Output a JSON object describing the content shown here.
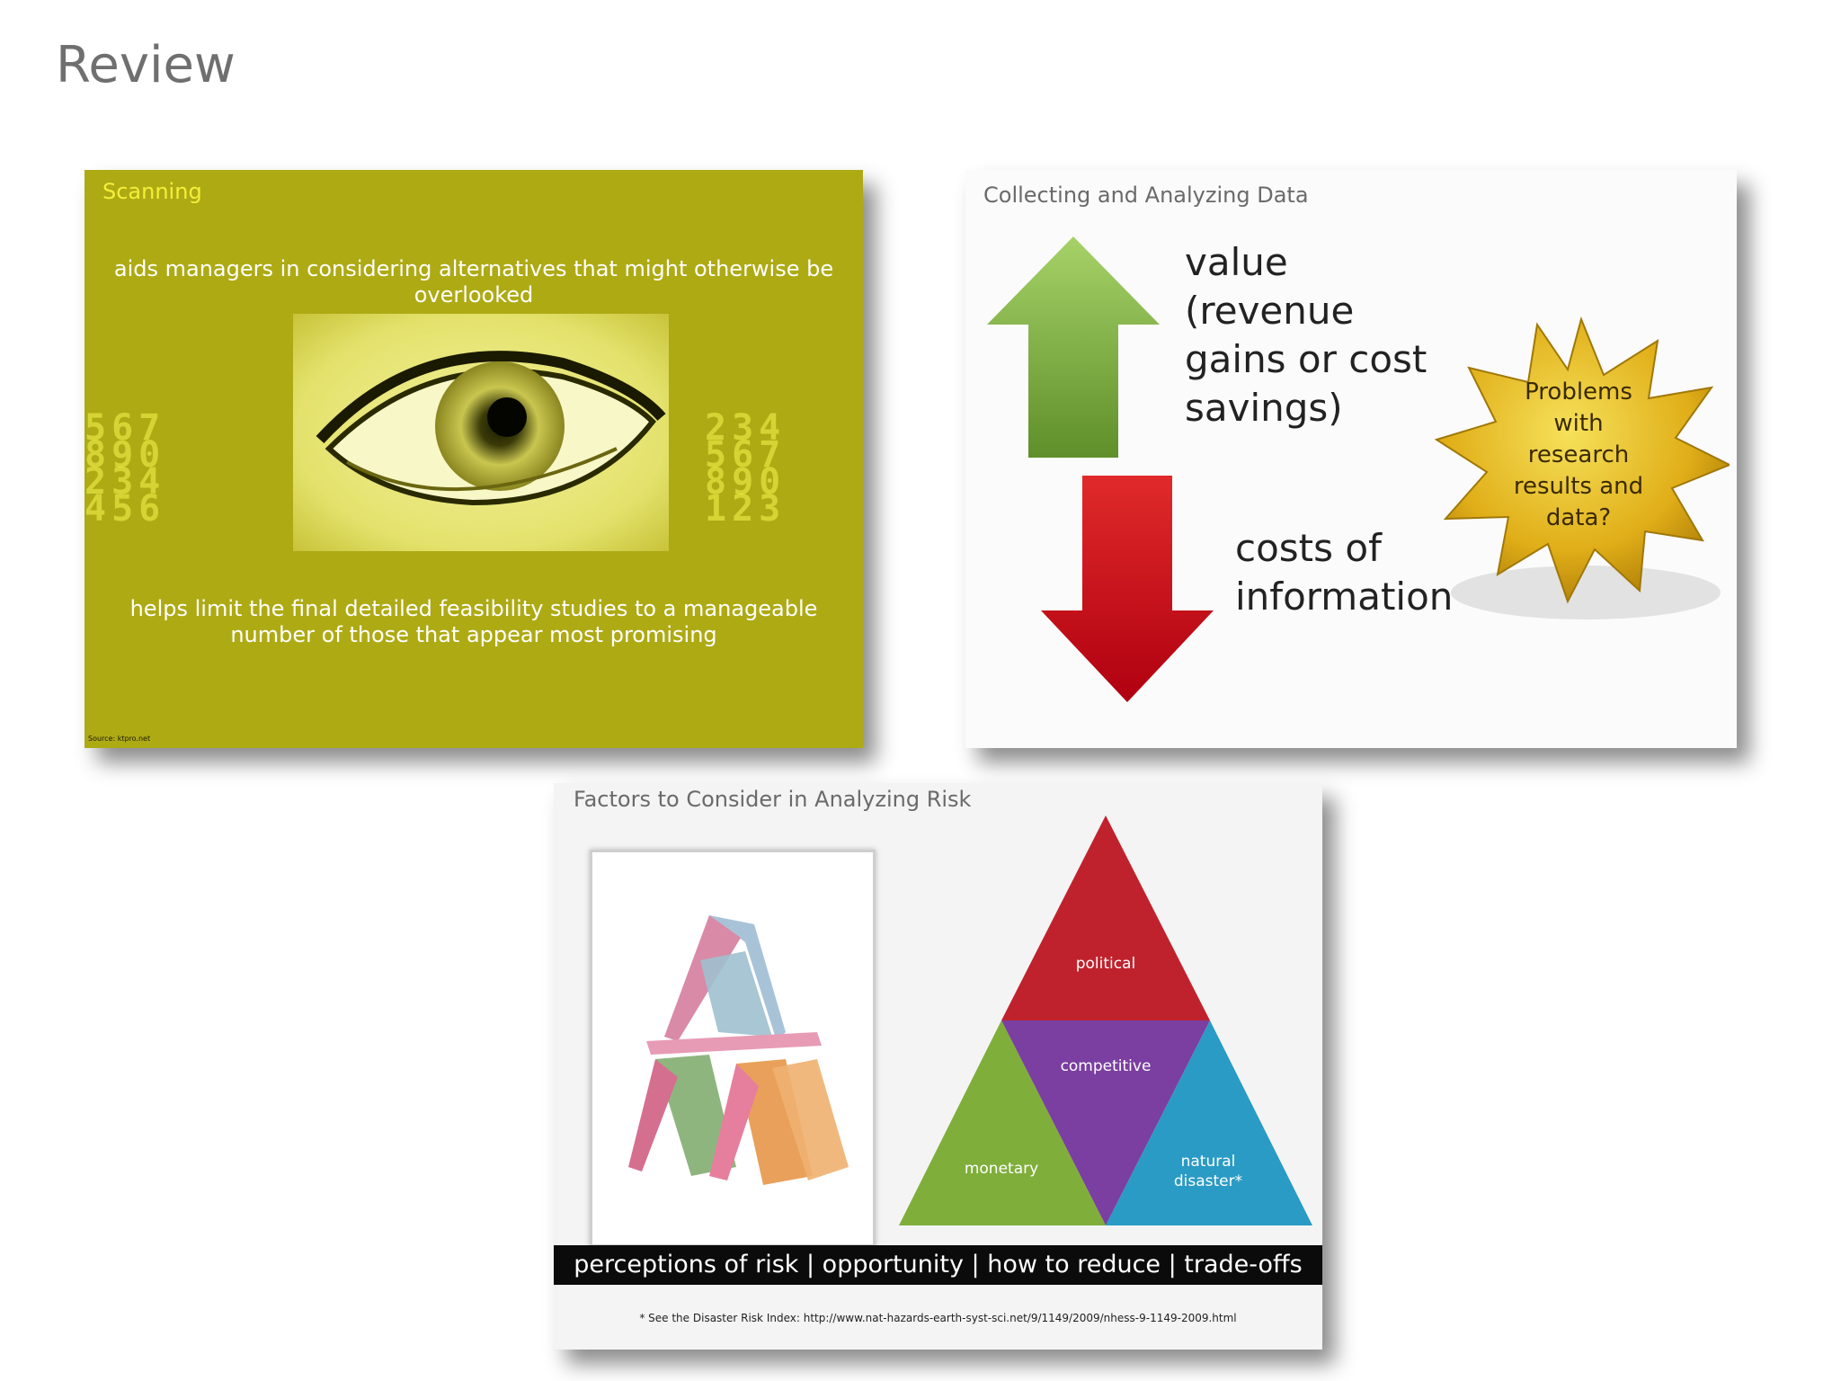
{
  "page": {
    "title": "Review"
  },
  "slide_scanning": {
    "title": "Scanning",
    "text_top": "aids managers in considering alternatives that might otherwise be overlooked",
    "text_bottom": "helps limit the final detailed feasibility studies to a manageable number of those that appear most promising",
    "source": "Source: ktpro.net",
    "digits_left": "567\n890\n234\n456",
    "digits_right": "234\n567\n890\n123"
  },
  "slide_collecting": {
    "title": "Collecting and Analyzing Data",
    "value_label": "value\n(revenue\ngains or cost\nsavings)",
    "costs_label": "costs of\ninformation",
    "starburst_text": "Problems\nwith\nresearch\nresults and\ndata?",
    "colors": {
      "up_arrow": "#7fb241",
      "down_arrow": "#d1111b",
      "starburst": "#e3b21c"
    }
  },
  "slide_risk": {
    "title": "Factors to Consider in Analyzing Risk",
    "triangle": {
      "top": "political",
      "center": "competitive",
      "left": "monetary",
      "right_line1": "natural",
      "right_line2": "disaster*"
    },
    "bottom_bar": "perceptions of risk | opportunity | how to reduce  | trade-offs",
    "footnote": "* See the Disaster Risk Index: http://www.nat-hazards-earth-syst-sci.net/9/1149/2009/nhess-9-1149-2009.html",
    "colors": {
      "political": "#c0222d",
      "competitive": "#7a3fa0",
      "monetary": "#7fae3a",
      "natural": "#2a9bc4"
    }
  }
}
